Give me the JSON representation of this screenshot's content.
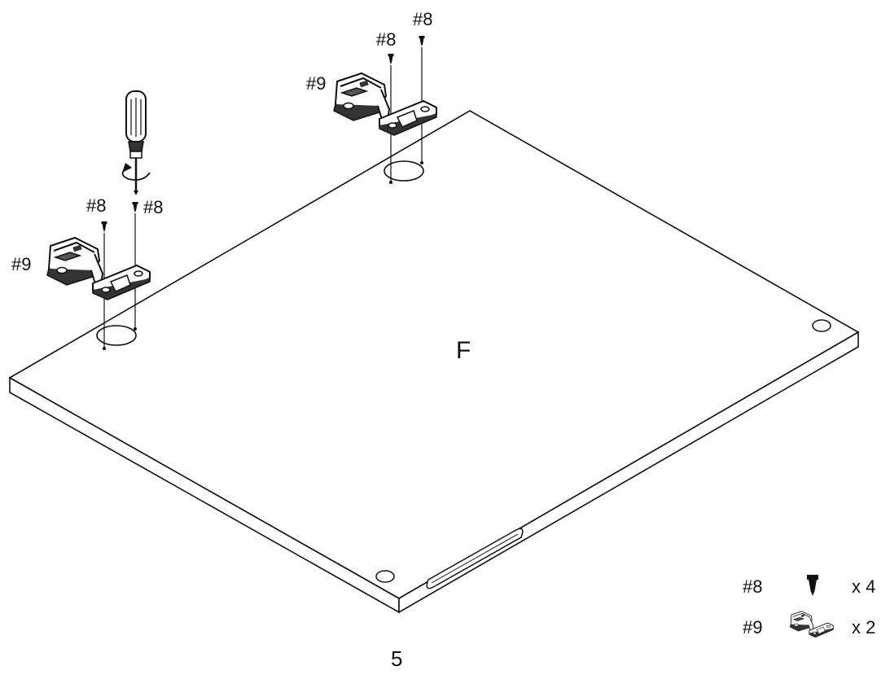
{
  "diagram": {
    "panel_label": "F",
    "page_number": "5",
    "hinge_left": {
      "label": "#9",
      "screw_a_label": "#8",
      "screw_b_label": "#8"
    },
    "hinge_right": {
      "label": "#9",
      "screw_a_label": "#8",
      "screw_b_label": "#8"
    },
    "tool_icon": "screwdriver-icon"
  },
  "parts_legend": [
    {
      "part": "#8",
      "qty": "x 4",
      "icon": "screw-icon"
    },
    {
      "part": "#9",
      "qty": "x 2",
      "icon": "hinge-icon"
    }
  ],
  "colors": {
    "line": "#111111",
    "fill": "#ffffff",
    "metal": "#555555"
  }
}
